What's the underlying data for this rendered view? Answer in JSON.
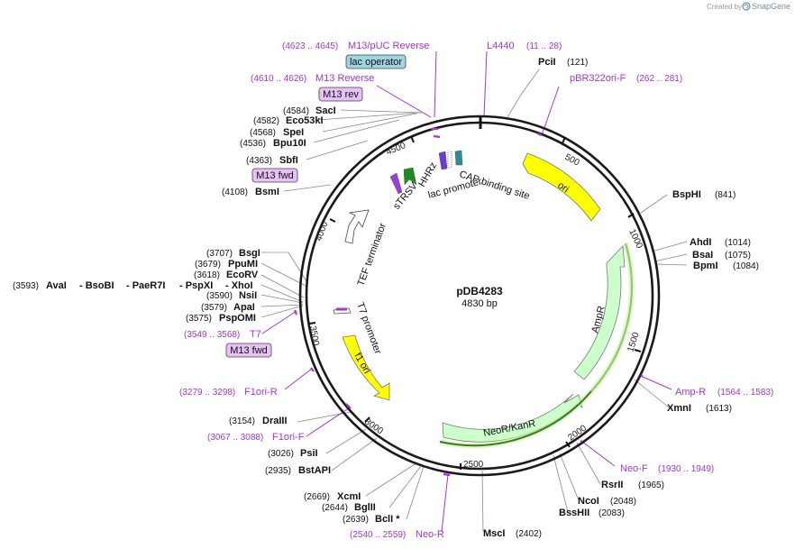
{
  "branding": {
    "created_by": "Created by",
    "product": "SnapGene"
  },
  "plasmid": {
    "name": "pDB4283",
    "length_label": "4830 bp"
  },
  "tick_labels": [
    "500",
    "1000",
    "1500",
    "2000",
    "2500",
    "3000",
    "3500",
    "4000",
    "4500"
  ],
  "features": {
    "ori": "ori",
    "ampr": "AmpR",
    "neor": "NeoR/KanR",
    "f1ori": "f1 ori",
    "t7promoter": "T7 promoter",
    "tef": "TEF terminator",
    "lacpromoter": "lac promoter",
    "cap": "CAP binding site",
    "hhrz": "HHRz",
    "strsv": "sTRSV"
  },
  "sites": {
    "pcii": {
      "name": "PciI",
      "pos": "(121)"
    },
    "bsphi": {
      "name": "BspHI",
      "pos": "(841)"
    },
    "ahdi": {
      "name": "AhdI",
      "pos": "(1014)"
    },
    "bsai": {
      "name": "BsaI",
      "pos": "(1075)"
    },
    "bpmi": {
      "name": "BpmI",
      "pos": "(1084)"
    },
    "xmni": {
      "name": "XmnI",
      "pos": "(1613)"
    },
    "rsrii": {
      "name": "RsrII",
      "pos": "(1965)"
    },
    "ncoi": {
      "name": "NcoI",
      "pos": "(2048)"
    },
    "bsshii": {
      "name": "BssHII",
      "pos": "(2083)"
    },
    "msci": {
      "name": "MscI",
      "pos": "(2402)"
    },
    "bcli": {
      "name": "BclI *",
      "pos": "(2639)"
    },
    "bglii": {
      "name": "BglII",
      "pos": "(2644)"
    },
    "xcmi": {
      "name": "XcmI",
      "pos": "(2669)"
    },
    "bstapi": {
      "name": "BstAPI",
      "pos": "(2935)"
    },
    "psii": {
      "name": "PsiI",
      "pos": "(3026)"
    },
    "draiii": {
      "name": "DraIII",
      "pos": "(3154)"
    },
    "pspomi": {
      "name": "PspOMI",
      "pos": "(3575)"
    },
    "apai": {
      "name": "ApaI",
      "pos": "(3579)"
    },
    "nsii": {
      "name": "NsiI",
      "pos": "(3590)"
    },
    "multi": {
      "pos": "(3593)",
      "n1": "AvaI",
      "n2": "- BsoBI",
      "n3": "- PaeR7I",
      "n4": "- PspXI",
      "n5": "- XhoI"
    },
    "ecorv": {
      "name": "EcoRV",
      "pos": "(3618)"
    },
    "ppumi": {
      "name": "PpuMI",
      "pos": "(3679)"
    },
    "bsgi": {
      "name": "BsgI",
      "pos": "(3707)"
    },
    "bsmi": {
      "name": "BsmI",
      "pos": "(4108)"
    },
    "sbfi": {
      "name": "SbfI",
      "pos": "(4363)"
    },
    "bpu10i": {
      "name": "Bpu10I",
      "pos": "(4536)"
    },
    "spei": {
      "name": "SpeI",
      "pos": "(4568)"
    },
    "eco53ki": {
      "name": "Eco53kI",
      "pos": "(4582)"
    },
    "saci": {
      "name": "SacI",
      "pos": "(4584)"
    }
  },
  "primers": {
    "m13puc": {
      "name": "M13/pUC Reverse",
      "pos": "(4623 .. 4645)"
    },
    "m13rev": {
      "name": "M13 Reverse",
      "pos": "(4610 .. 4626)"
    },
    "l4440": {
      "name": "L4440",
      "pos": "(11 .. 28)"
    },
    "pbr322": {
      "name": "pBR322ori-F",
      "pos": "(262 .. 281)"
    },
    "ampr": {
      "name": "Amp-R",
      "pos": "(1564 .. 1583)"
    },
    "neof": {
      "name": "Neo-F",
      "pos": "(1930 .. 1949)"
    },
    "neor": {
      "name": "Neo-R",
      "pos": "(2540 .. 2559)"
    },
    "f1orif": {
      "name": "F1ori-F",
      "pos": "(3067 .. 3088)"
    },
    "f1orir": {
      "name": "F1ori-R",
      "pos": "(3279 .. 3298)"
    },
    "t7": {
      "name": "T7",
      "pos": "(3549 .. 3568)"
    }
  },
  "boxes": {
    "lac_operator": "lac operator",
    "m13rev": "M13 rev",
    "m13fwd_top": "M13 fwd",
    "m13fwd_bottom": "M13 fwd"
  },
  "colors": {
    "backbone": "#1a1a1a",
    "ori": "#ffff00",
    "ampr": "#ccffcc",
    "primer": "#a335d6",
    "tef": "#ffffff",
    "lac_operator_box": "#9fd5e0",
    "m13_box": "#e6c1f5"
  }
}
